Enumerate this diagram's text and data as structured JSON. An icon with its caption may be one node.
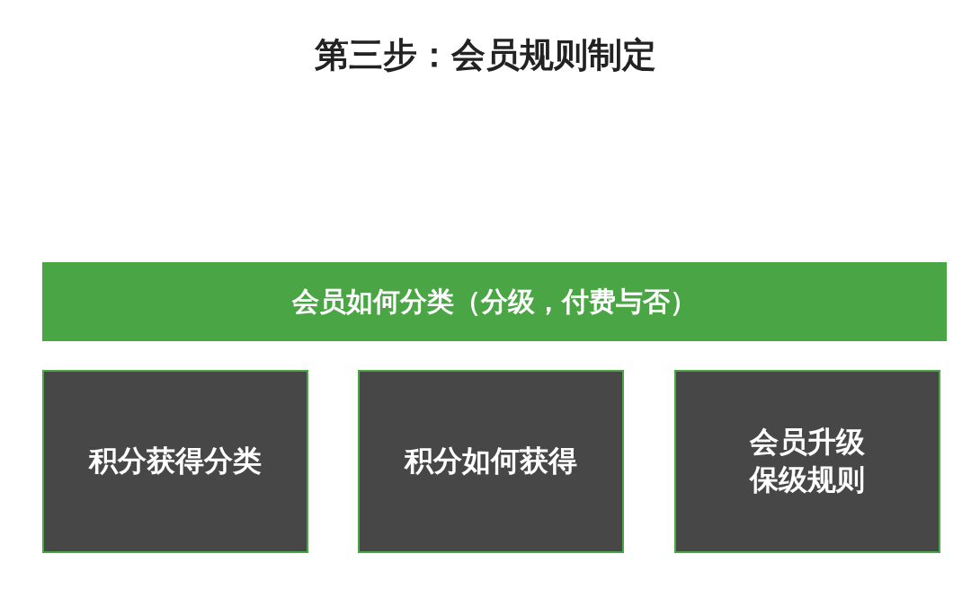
{
  "diagram": {
    "title": "第三步：会员规则制定",
    "nodes": [
      {
        "text": [
          "会员如何分类（分级，付费与否）"
        ]
      },
      {
        "text": [
          "积分获得分类"
        ]
      },
      {
        "text": [
          "积分如何获得"
        ]
      },
      {
        "text": [
          "会员升级保级规则"
        ]
      }
    ],
    "edges": []
  }
}
